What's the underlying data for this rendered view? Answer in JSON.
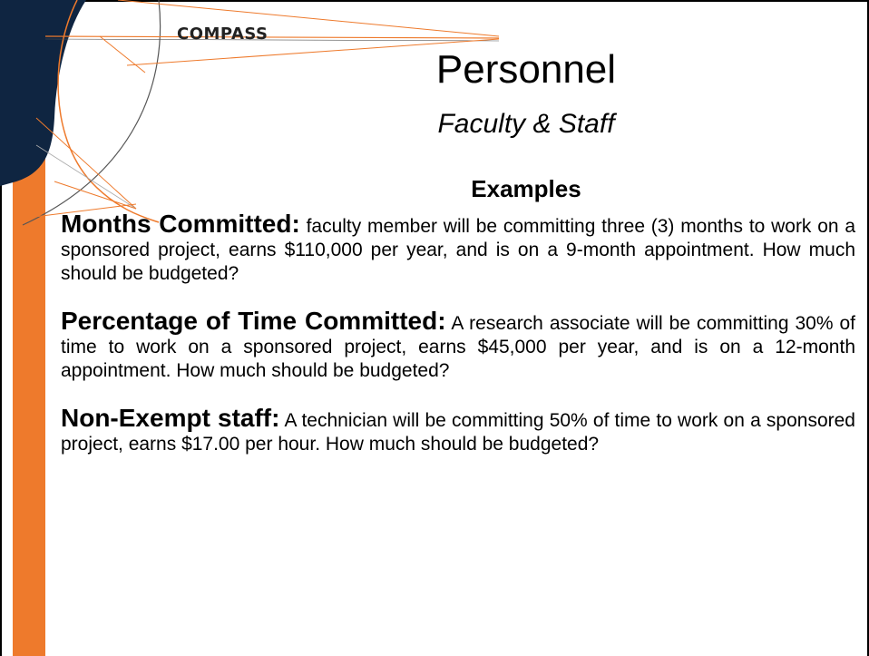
{
  "logo": {
    "text": "COMPASS"
  },
  "title": "Personnel",
  "subtitle": "Faculty & Staff",
  "heading": "Examples",
  "examples": [
    {
      "lead": "Months Committed:",
      "text": "faculty member will be committing three (3) months to work on a sponsored project, earns $110,000 per year, and is on a 9-month appointment. How much should be budgeted?"
    },
    {
      "lead": "Percentage of Time Committed:",
      "text": "A research associate will be committing 30% of time to work on a sponsored project, earns $45,000 per year, and is on a 12-month appointment. How much should be budgeted?"
    },
    {
      "lead": "Non-Exempt staff:",
      "text": "A technician will be committing 50% of time to work on a sponsored project, earns $17.00 per hour. How much should be budgeted?"
    }
  ],
  "colors": {
    "accent_orange": "#EE7A2C",
    "navy": "#0F2541"
  }
}
